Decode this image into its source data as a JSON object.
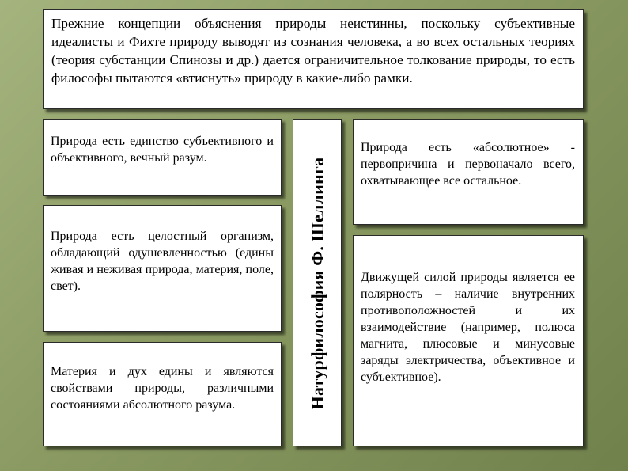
{
  "intro": {
    "text": "Прежние концепции объяснения природы неистинны, поскольку субъективные идеалисты и Фихте природу выводят из сознания человека, а во всех остальных теориях (теория субстанции Спинозы и др.) дается ограничительное толкование природы, то есть философы пытаются «втиснуть» природу в какие-либо рамки."
  },
  "center": {
    "title": "Натурфилософия Ф. Шеллинга"
  },
  "left_column": {
    "item_1": "Природа есть единство субъективного и объективного, вечный разум.",
    "item_2": "Природа есть целостный организм, обладающий одушевленностью (едины живая и неживая природа, материя, поле, свет).",
    "item_3": "Материя и дух едины и являются свойствами природы, различными состояниями абсолютного разума."
  },
  "right_column": {
    "item_1": "Природа есть «абсолютное» - первопричина и первоначало всего, охватывающее все остальное.",
    "item_2": "Движущей силой природы является ее полярность – наличие внутренних противоположностей и их взаимодействие (например, полюса магнита, плюсовые и минусовые заряды электричества, объективное и субъективное)."
  }
}
